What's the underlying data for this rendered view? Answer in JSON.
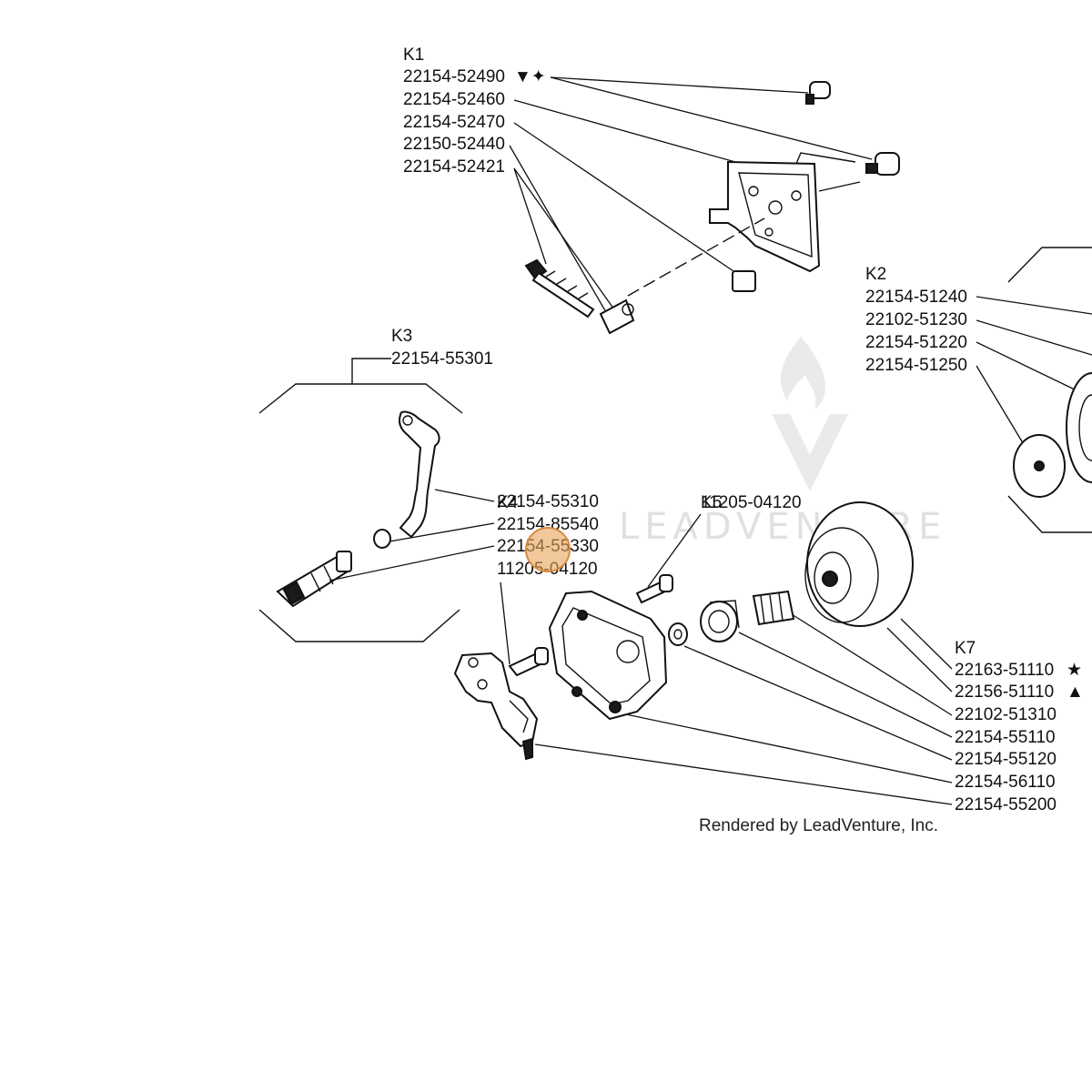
{
  "groups": {
    "k1": {
      "title": "K1",
      "parts": [
        "22154-52490",
        "22154-52460",
        "22154-52470",
        "22150-52440",
        "22154-52421"
      ],
      "markers": "▼✦"
    },
    "k2": {
      "title": "K2",
      "parts": [
        "22154-51240",
        "22102-51230",
        "22154-51220",
        "22154-51250"
      ]
    },
    "k3": {
      "title": "K3",
      "parts": [
        "22154-55301"
      ]
    },
    "k4": {
      "title": "K4",
      "parts": [
        "22154-55310",
        "22154-85540",
        "22154-55330",
        "11205-04120"
      ]
    },
    "k5": {
      "title": "K5",
      "parts": [
        "11205-04120"
      ]
    },
    "k7": {
      "title": "K7",
      "parts": [
        "22163-51110",
        "22156-51110",
        "22102-51310",
        "22154-55110",
        "22154-55120",
        "22154-56110",
        "22154-55200"
      ],
      "markers": [
        "★",
        "▲"
      ]
    }
  },
  "watermark": {
    "text": "LEADVENTURE"
  },
  "credit": "Rendered by LeadVenture, Inc.",
  "colors": {
    "line": "#111111",
    "highlight": "#e8a15a",
    "watermark": "#d4d4d4",
    "background": "#ffffff"
  }
}
